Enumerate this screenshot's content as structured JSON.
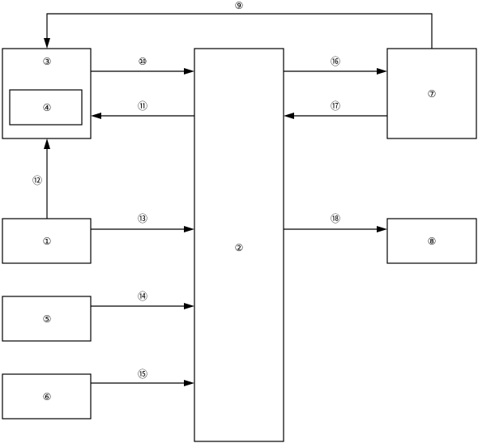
{
  "diagram": {
    "nodes": {
      "n3": "③",
      "n4": "④",
      "n1": "①",
      "n5": "⑤",
      "n6": "⑥",
      "n2": "②",
      "n7": "⑦",
      "n8": "⑧"
    },
    "edges": {
      "e9": "⑨",
      "e10": "⑩",
      "e11": "⑪",
      "e12": "⑫",
      "e13": "⑬",
      "e14": "⑭",
      "e15": "⑮",
      "e16": "⑯",
      "e17": "⑰",
      "e18": "⑱"
    }
  }
}
